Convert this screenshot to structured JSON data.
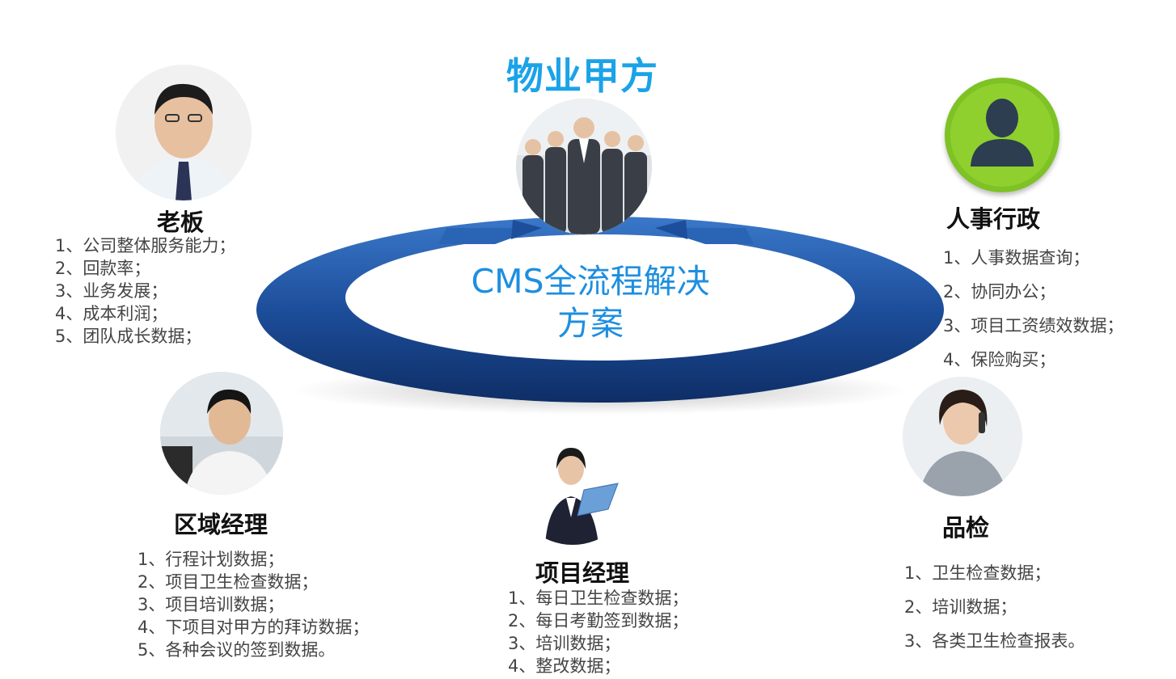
{
  "colors": {
    "title": "#1aa3e8",
    "center_text": "#1e8fe0",
    "ring": "#1d4e9b",
    "hr_icon_bg": "#7ec225",
    "hr_icon_fg": "#2c3e50"
  },
  "title": "物业甲方",
  "center": {
    "line1": "CMS全流程解决",
    "line2": "方案"
  },
  "roles": {
    "boss": {
      "name": "老板",
      "items": [
        "1、公司整体服务能力；",
        "2、回款率；",
        "3、业务发展；",
        "4、成本利润；",
        "5、团队成长数据；"
      ]
    },
    "hr": {
      "name": "人事行政",
      "icon": "person-icon",
      "items": [
        "1、人事数据查询；",
        "2、协同办公；",
        "3、项目工资绩效数据；",
        "4、保险购买；"
      ]
    },
    "area_manager": {
      "name": "区域经理",
      "items": [
        "1、行程计划数据；",
        "2、项目卫生检查数据；",
        "3、项目培训数据；",
        "4、下项目对甲方的拜访数据；",
        "5、各种会议的签到数据。"
      ]
    },
    "project_manager": {
      "name": "项目经理",
      "items": [
        "1、每日卫生检查数据；",
        "2、每日考勤签到数据；",
        "3、培训数据；",
        "4、整改数据；"
      ]
    },
    "quality": {
      "name": "品检",
      "items": [
        "1、卫生检查数据；",
        "2、培训数据；",
        "3、各类卫生检查报表。"
      ]
    }
  }
}
